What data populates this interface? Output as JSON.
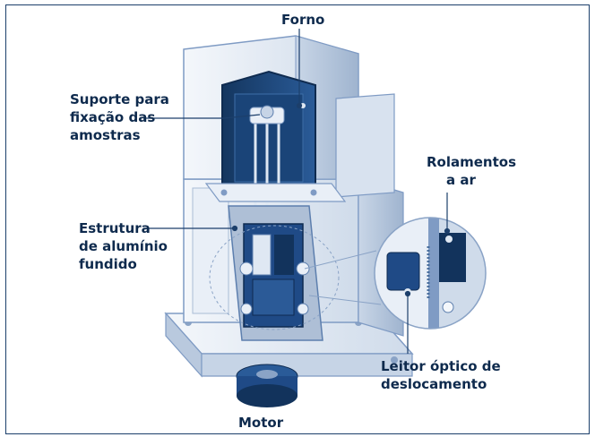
{
  "labels": {
    "forno": "Forno",
    "suporte": [
      "Suporte para",
      "fixação das",
      "amostras"
    ],
    "estrutura": [
      "Estrutura",
      "de alumínio",
      "fundido"
    ],
    "rolamentos": [
      "Rolamentos",
      "a ar"
    ],
    "leitor": [
      "Leitor óptico de",
      "deslocamento"
    ],
    "motor": "Motor"
  },
  "colors": {
    "frame": "#1c3f6b",
    "label": "#0e2a4d",
    "dark_blue": "#1f4a86",
    "mid_blue": "#7f9bc4",
    "light_blue": "#dfe8f3",
    "leader": "#1c3f6b"
  }
}
